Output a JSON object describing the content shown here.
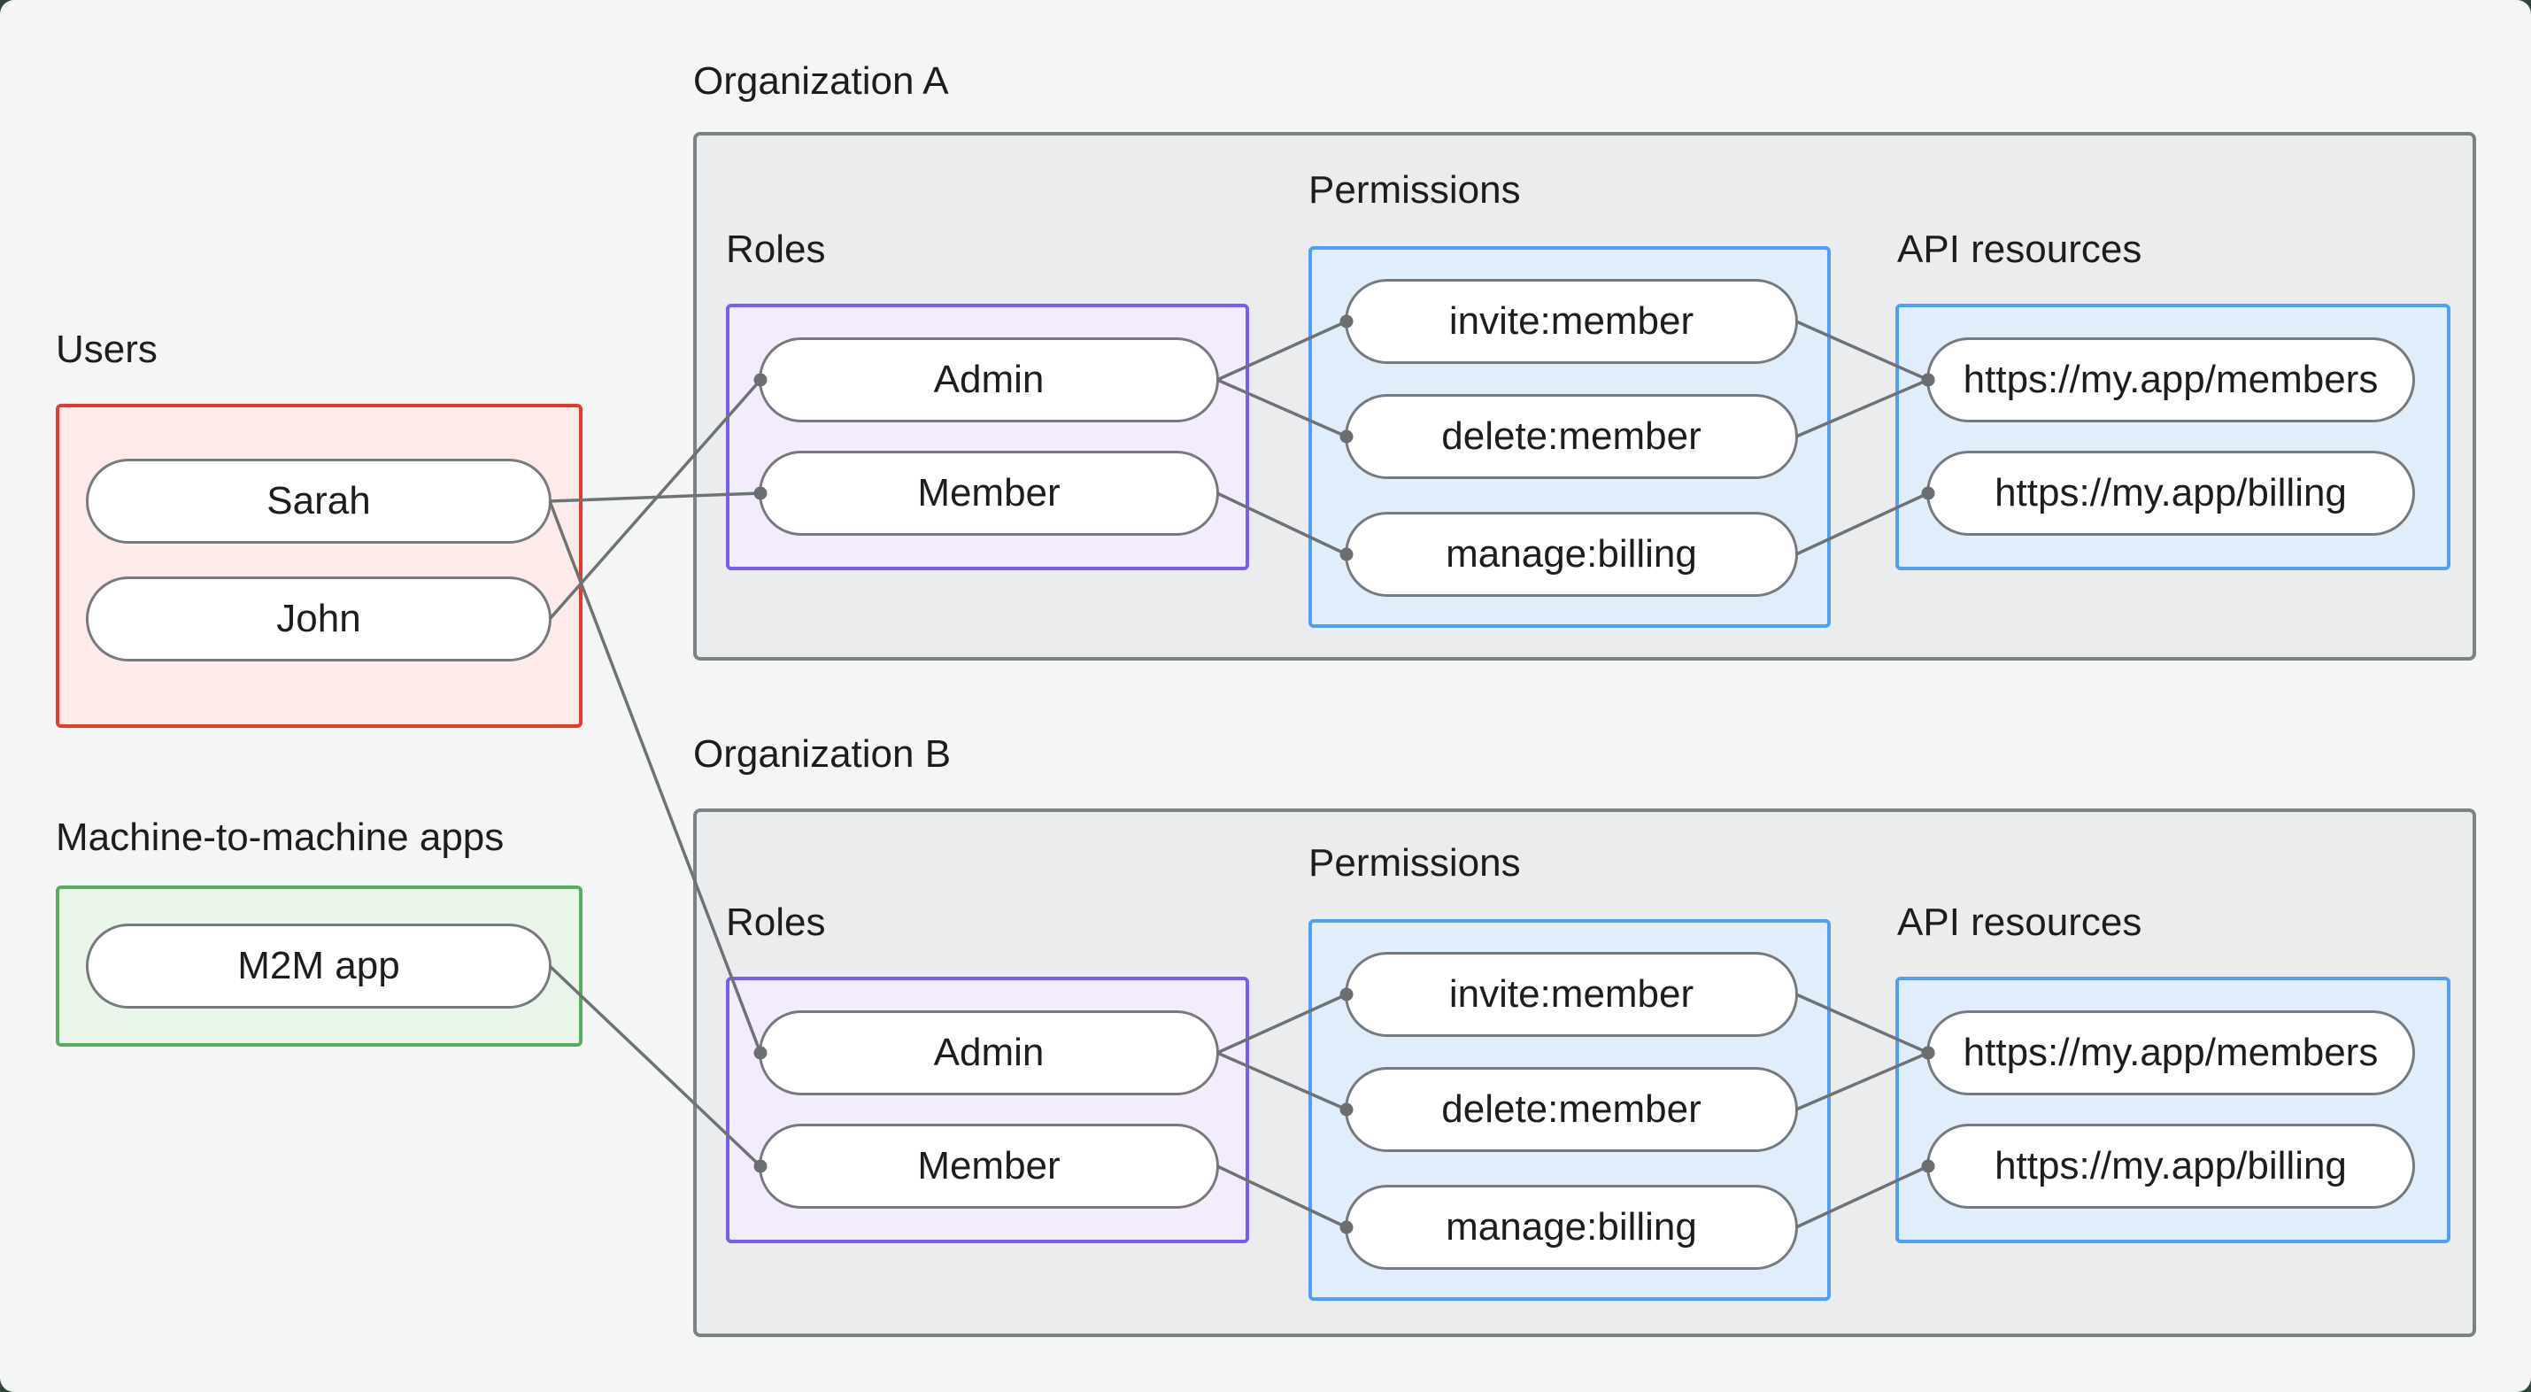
{
  "groups": {
    "users": {
      "label": "Users",
      "items": [
        "Sarah",
        "John"
      ]
    },
    "m2m": {
      "label": "Machine-to-machine apps",
      "items": [
        "M2M app"
      ]
    }
  },
  "orgs": [
    {
      "title": "Organization A",
      "roles": {
        "label": "Roles",
        "items": [
          "Admin",
          "Member"
        ]
      },
      "permissions": {
        "label": "Permissions",
        "items": [
          "invite:member",
          "delete:member",
          "manage:billing"
        ]
      },
      "api_resources": {
        "label": "API resources",
        "items": [
          "https://my.app/members",
          "https://my.app/billing"
        ]
      }
    },
    {
      "title": "Organization B",
      "roles": {
        "label": "Roles",
        "items": [
          "Admin",
          "Member"
        ]
      },
      "permissions": {
        "label": "Permissions",
        "items": [
          "invite:member",
          "delete:member",
          "manage:billing"
        ]
      },
      "api_resources": {
        "label": "API resources",
        "items": [
          "https://my.app/members",
          "https://my.app/billing"
        ]
      }
    }
  ],
  "edges": [
    [
      "users.sarah",
      "org0.role.member"
    ],
    [
      "users.john",
      "org0.role.admin"
    ],
    [
      "users.sarah",
      "org1.role.admin"
    ],
    [
      "m2m.app",
      "org1.role.member"
    ],
    [
      "org0.role.admin",
      "org0.perm.invite"
    ],
    [
      "org0.role.admin",
      "org0.perm.delete"
    ],
    [
      "org0.role.member",
      "org0.perm.manage"
    ],
    [
      "org0.perm.invite",
      "org0.api.members"
    ],
    [
      "org0.perm.delete",
      "org0.api.members"
    ],
    [
      "org0.perm.manage",
      "org0.api.billing"
    ],
    [
      "org1.role.admin",
      "org1.perm.invite"
    ],
    [
      "org1.role.admin",
      "org1.perm.delete"
    ],
    [
      "org1.role.member",
      "org1.perm.manage"
    ],
    [
      "org1.perm.invite",
      "org1.api.members"
    ],
    [
      "org1.perm.delete",
      "org1.api.members"
    ],
    [
      "org1.perm.manage",
      "org1.api.billing"
    ]
  ],
  "colors": {
    "page_bg": "#f4f5f5",
    "corner_bg": "#31463a",
    "text": "#1b1d1f",
    "org_bg": "#ebeced",
    "org_border": "#7e8184",
    "users_bg": "#fcebe9",
    "users_border": "#e13b32",
    "m2m_bg": "#eaf5ea",
    "m2m_border": "#58ad60",
    "roles_bg": "#f2ecfd",
    "roles_border": "#7b5bf7",
    "blue_bg": "#e0edfb",
    "blue_border": "#4f9ff8",
    "pill_bg": "#ffffff",
    "pill_border": "#77797c",
    "edge": "#6f7275",
    "dot": "#6b6e70"
  }
}
